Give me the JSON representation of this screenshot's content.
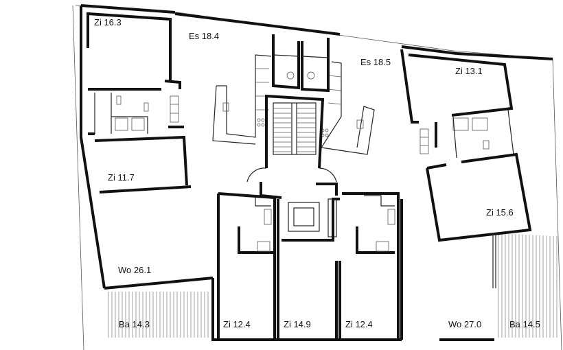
{
  "plan": {
    "rooms": [
      {
        "id": "zi-nw",
        "label": "Zi 16.3"
      },
      {
        "id": "es-left",
        "label": "Es 18.4"
      },
      {
        "id": "es-right",
        "label": "Es 18.5"
      },
      {
        "id": "zi-ne",
        "label": "Zi 13.1"
      },
      {
        "id": "zi-w",
        "label": "Zi 11.7"
      },
      {
        "id": "zi-e",
        "label": "Zi 15.6"
      },
      {
        "id": "wo-left",
        "label": "Wo 26.1"
      },
      {
        "id": "ba-left",
        "label": "Ba 14.3"
      },
      {
        "id": "zi-s1",
        "label": "Zi 12.4"
      },
      {
        "id": "zi-s2",
        "label": "Zi 14.9"
      },
      {
        "id": "zi-s3",
        "label": "Zi 12.4"
      },
      {
        "id": "wo-right",
        "label": "Wo 27.0"
      },
      {
        "id": "ba-right",
        "label": "Ba 14.5"
      }
    ]
  }
}
